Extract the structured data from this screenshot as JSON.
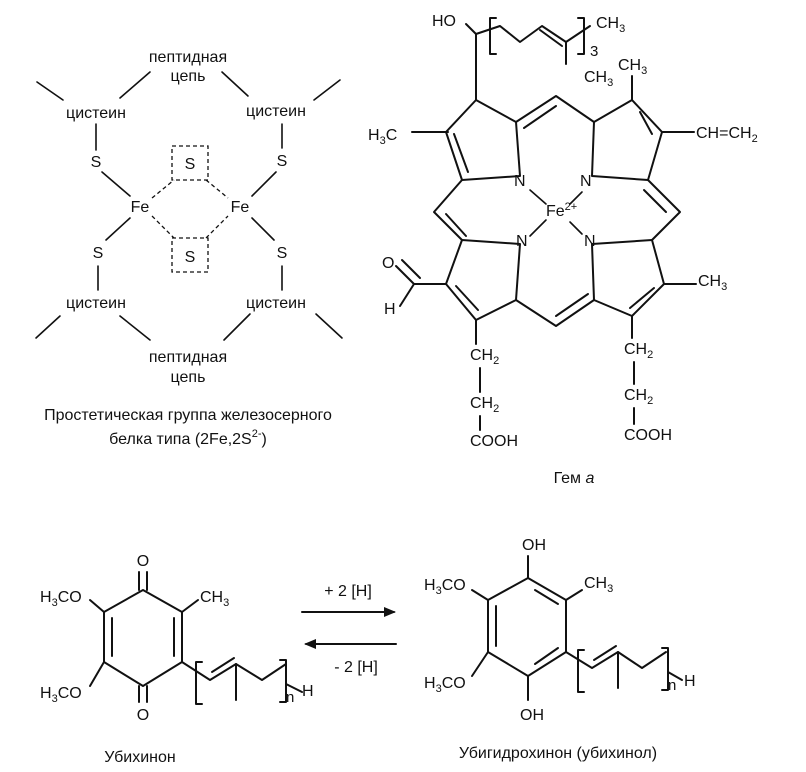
{
  "fes_cluster": {
    "peptide_top_1": "пептидная",
    "peptide_top_2": "цепь",
    "peptide_bottom_1": "пептидная",
    "peptide_bottom_2": "цепь",
    "cysteine": "цистеин",
    "sulfur": "S",
    "iron": "Fe",
    "caption_1": "Простетическая группа железосерного",
    "caption_2": "белка типа (2Fe,2S",
    "caption_sup": "2-",
    "caption_end": ")"
  },
  "heme": {
    "ho": "HO",
    "ch3": "CH",
    "sub3": "3",
    "h3c_h": "H",
    "h3c_c": "C",
    "vinyl": "CH=CH",
    "sub2": "2",
    "nitrogen": "N",
    "iron": "Fe",
    "iron_charge": "2+",
    "oxygen": "O",
    "hydrogen": "H",
    "ch2": "CH",
    "cooh": "COOH",
    "repeat": "3",
    "caption": "Гем",
    "caption_italic": "a"
  },
  "quinones": {
    "h3co_h": "H",
    "h3co_co": "CO",
    "sub3": "3",
    "oxygen": "O",
    "ch3": "CH",
    "hydrogen": "H",
    "oh": "OH",
    "n": "n",
    "forward": "+ 2 [H]",
    "reverse": "- 2 [H]",
    "ubiquinone": "Убихинон",
    "ubiquinol": "Убигидрохинон (убихинол)"
  }
}
